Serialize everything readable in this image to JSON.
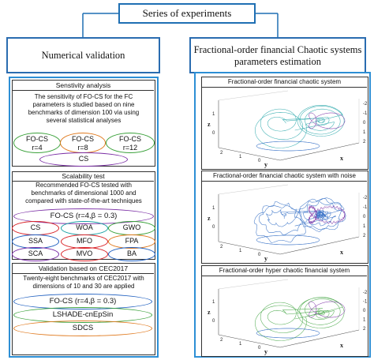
{
  "header": {
    "title": "Series of experiments"
  },
  "left": {
    "heading": "Numerical validation",
    "sensitivity": {
      "title": "Senstivity analysis",
      "text_lines": [
        "The sensitivity of  FO-CS for the FC",
        "parameters is studied based on nine",
        "benchmarks of dimension 100 via using",
        "several statistical analyses"
      ],
      "ovals": [
        {
          "line1": "FO-CS",
          "line2": "r=4"
        },
        {
          "line1": "FO-CS",
          "line2": "r=8"
        },
        {
          "line1": "FO-CS",
          "line2": "r=12"
        },
        {
          "line1": "CS",
          "line2": ""
        }
      ]
    },
    "scalability": {
      "title": "Scalability test",
      "text_lines": [
        "Recommended FO-CS tested with",
        "benchmarks of dimensional 1000 and",
        "compared with state-of-the-art techniques"
      ],
      "main": "FO-CS (r=4,β = 0.3)",
      "algos": [
        "CS",
        "WOA",
        "GWO",
        "SSA",
        "MFO",
        "FPA",
        "SCA",
        "MVO",
        "BA"
      ]
    },
    "cec": {
      "title": "Validation based on CEC2017",
      "text_lines": [
        "Twenty-eight benchmarks of CEC2017 with",
        "dimensions of 10 and 30 are applied"
      ],
      "algos": [
        "FO-CS (r=4,β = 0.3)",
        "LSHADE-cnEpSin",
        "SDCS"
      ]
    }
  },
  "right": {
    "heading_lines": [
      "Fractional-order financial Chaotic systems",
      "parameters estimation"
    ],
    "plots": [
      {
        "title": "Fractional-order financial chaotic system"
      },
      {
        "title": "Fractional-order financial chaotic system with noise"
      },
      {
        "title": "Fractional-order hyper chaotic financial system"
      }
    ],
    "axis": {
      "z": "z",
      "y": "y",
      "x": "x",
      "z_ticks": [
        "0",
        "1"
      ],
      "x_ticks": [
        "-2",
        "-1",
        "0",
        "1",
        "2"
      ],
      "y_ticks": [
        "2",
        "1",
        "0"
      ]
    }
  },
  "colors": {
    "accent_blue": "#1f6fb3",
    "panel_blue": "#2d8fd5",
    "oval_green": "#3aa13a",
    "oval_orange": "#e07a1f",
    "oval_purple": "#7b2fa5",
    "oval_red": "#d9252a",
    "oval_teal": "#1aa1a5",
    "oval_blue": "#2060c0"
  }
}
